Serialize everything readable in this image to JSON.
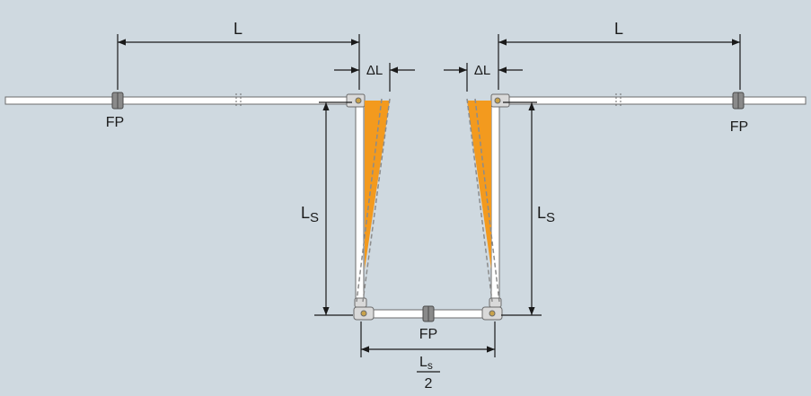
{
  "labels": {
    "length_left": "L",
    "length_right": "L",
    "delta_left": "ΔL",
    "delta_right": "ΔL",
    "fixed_point_left": "FP",
    "fixed_point_right": "FP",
    "fixed_point_bottom": "FP",
    "leg_left_main": "L",
    "leg_left_sub": "S",
    "leg_right_main": "L",
    "leg_right_sub": "S",
    "base_main": "L",
    "base_sub": "s",
    "base_denominator": "2"
  },
  "colors": {
    "background": "#cfd9e0",
    "pipe_fill": "#ffffff",
    "pipe_stroke": "#6b6b6b",
    "expansion_fill": "#f39a1e",
    "dimension_line": "#1a1a1a",
    "dashed_outline": "#8c8c8c"
  }
}
